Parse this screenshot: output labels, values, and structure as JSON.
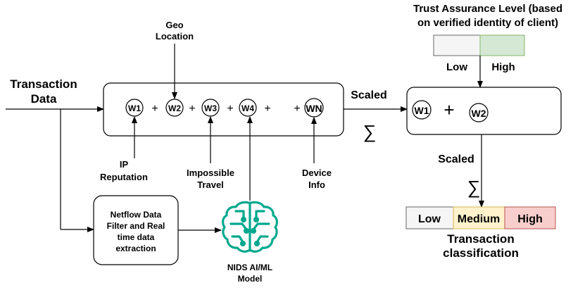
{
  "inputs": {
    "transaction_line1": "Transaction",
    "transaction_line2": "Data",
    "geo_line1": "Geo",
    "geo_line2": "Location",
    "ip_line1": "IP",
    "ip_line2": "Reputation",
    "travel_line1": "Impossible",
    "travel_line2": "Travel",
    "device_line1": "Device",
    "device_line2": "Info"
  },
  "weights": {
    "w1": "W1",
    "w2": "W2",
    "w3": "W3",
    "w4": "W4",
    "wn": "WN",
    "plus": "+"
  },
  "scaled_label": "Scaled",
  "sigma": "∑",
  "netflow": {
    "line1": "Netflow Data",
    "line2": "Filter and Real",
    "line3": "time data",
    "line4": "extraction"
  },
  "nids": {
    "line1": "NIDS AI/ML",
    "line2": "Model"
  },
  "trust": {
    "title_line1": "Trust Assurance Level (based",
    "title_line2": "on verified identity of client)",
    "low": "Low",
    "high": "High",
    "low_color": "#f5f5f5",
    "high_color": "#d5e8d4"
  },
  "classification": {
    "low": "Low",
    "medium": "Medium",
    "high": "High",
    "low_color": "#f5f5f5",
    "medium_color": "#fff2cc",
    "high_color": "#f8cecc",
    "title_line1": "Transaction",
    "title_line2": "classification"
  },
  "colors": {
    "nids_icon": "#01a88d"
  },
  "icons": {
    "nids": "brain-circuit-icon"
  }
}
